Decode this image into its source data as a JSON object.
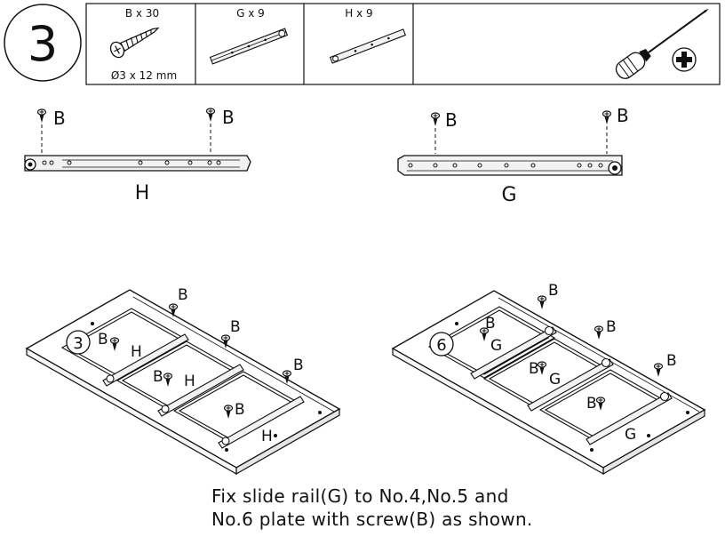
{
  "step": {
    "number": "3"
  },
  "parts": [
    {
      "label": "B x 30",
      "spec": "Ø3 x 12 mm"
    },
    {
      "label": "G x 9"
    },
    {
      "label": "H x 9"
    }
  ],
  "tool": {
    "icon": "phillips-screwdriver-icon"
  },
  "rails": {
    "left": {
      "name": "H",
      "screw_labels": [
        "B",
        "B"
      ]
    },
    "right": {
      "name": "G",
      "screw_labels": [
        "B",
        "B"
      ]
    }
  },
  "assemblies": {
    "left": {
      "plate_number": "3",
      "screw_labels": [
        "B",
        "B",
        "B",
        "B",
        "B",
        "B"
      ],
      "rail_labels": [
        "H",
        "H",
        "H"
      ]
    },
    "right": {
      "plate_number": "6",
      "screw_labels": [
        "B",
        "B",
        "B",
        "B",
        "B",
        "B"
      ],
      "rail_labels": [
        "G",
        "G",
        "G"
      ]
    }
  },
  "instruction": {
    "line1": "Fix slide rail(G) to No.4,No.5 and",
    "line2": "No.6 plate with screw(B) as shown."
  },
  "colors": {
    "ink": "#111111",
    "paper": "#ffffff",
    "rail_fill": "#f2f2f2"
  }
}
